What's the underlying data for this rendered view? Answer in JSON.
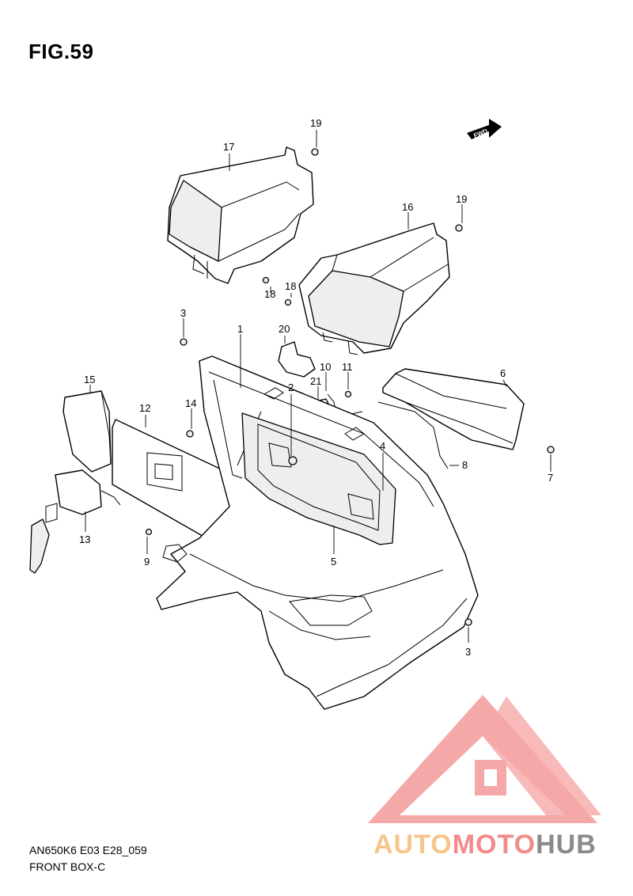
{
  "figure": {
    "title": "FIG.59",
    "model_code": "AN650K6 E03 E28_059",
    "name": "FRONT BOX-C"
  },
  "direction_badge": "FWD",
  "callouts": [
    "17",
    "19",
    "16",
    "19",
    "18",
    "18",
    "3",
    "20",
    "1",
    "10",
    "11",
    "6",
    "2",
    "21",
    "15",
    "12",
    "14",
    "4",
    "8",
    "7",
    "13",
    "9",
    "5",
    "3"
  ],
  "watermark": {
    "word_part1": "AUTO",
    "word_part2": "MOTO",
    "word_part3": "HUB",
    "colors": {
      "auto": "#f7c58a",
      "moto": "#f28b8b",
      "hub": "#8a8a8a",
      "logo": "#f28b8b"
    }
  }
}
